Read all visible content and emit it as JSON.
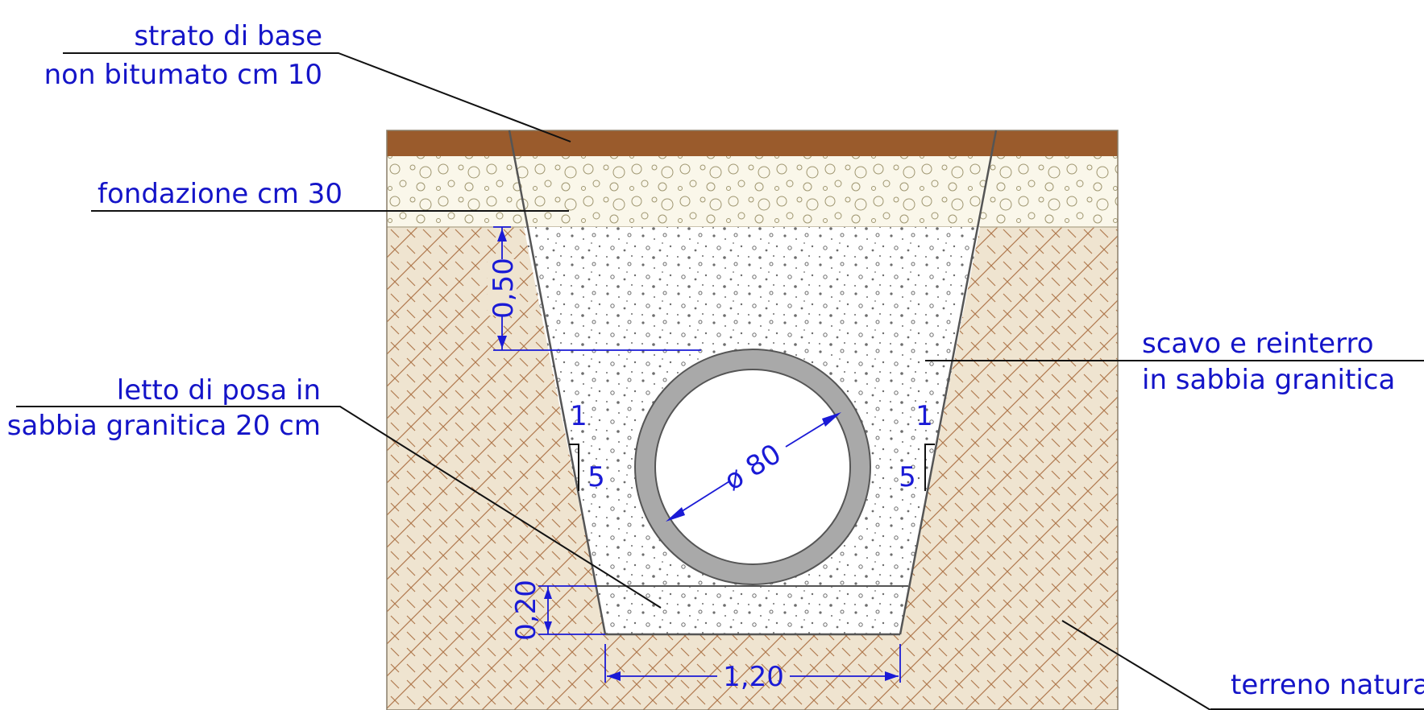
{
  "labels": {
    "strato_line1": "strato di base",
    "strato_line2": "non bitumato cm 10",
    "fondazione": "fondazione cm 30",
    "letto_line1": "letto di posa in",
    "letto_line2": "sabbia granitica 20 cm",
    "scavo_line1": "scavo e reinterro",
    "scavo_line2": "in sabbia granitica",
    "terreno": "terreno naturale"
  },
  "dimensions": {
    "cover_depth": "0,50",
    "bed_thickness": "0,20",
    "trench_width": "1,20",
    "pipe_diameter": "ø 80",
    "slope_left_rise": "1",
    "slope_left_run": "5",
    "slope_right_rise": "1",
    "slope_right_run": "5"
  },
  "colors": {
    "asphalt_base": "#9a5b2c",
    "foundation": "#faf7ea",
    "soil": "#efe4d0",
    "soil_hatch": "#b0794f",
    "sand": "#ffffff",
    "pipe_wall": "#a9a9a9",
    "text": "#1414c8"
  }
}
